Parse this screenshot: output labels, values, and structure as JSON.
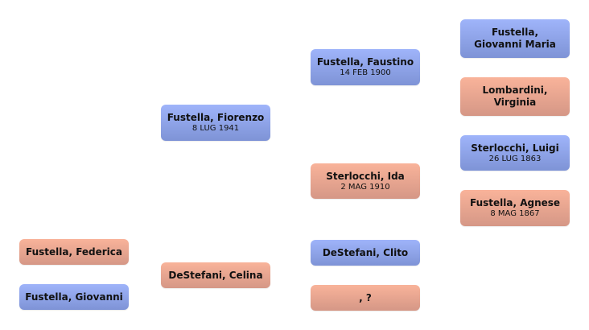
{
  "people": {
    "federica": {
      "name": "Fustella, Federica"
    },
    "giovanni": {
      "name": "Fustella, Giovanni"
    },
    "fiorenzo": {
      "name": "Fustella, Fiorenzo",
      "date": "8 LUG 1941"
    },
    "celina": {
      "name": "DeStefani, Celina"
    },
    "faustino": {
      "name": "Fustella, Faustino",
      "date": "14 FEB 1900"
    },
    "ida": {
      "name": "Sterlocchi, Ida",
      "date": "2 MAG 1910"
    },
    "clito": {
      "name": "DeStefani, Clito"
    },
    "unknown": {
      "name": ", ?"
    },
    "giovanni_maria": {
      "name": "Fustella, Giovanni Maria"
    },
    "virginia": {
      "name": "Lombardini, Virginia"
    },
    "luigi": {
      "name": "Sterlocchi, Luigi",
      "date": "26 LUG 1863"
    },
    "agnese": {
      "name": "Fustella, Agnese",
      "date": "8 MAG 1867"
    }
  },
  "colors": {
    "male": "#8ea3e8",
    "female": "#e8a590"
  }
}
